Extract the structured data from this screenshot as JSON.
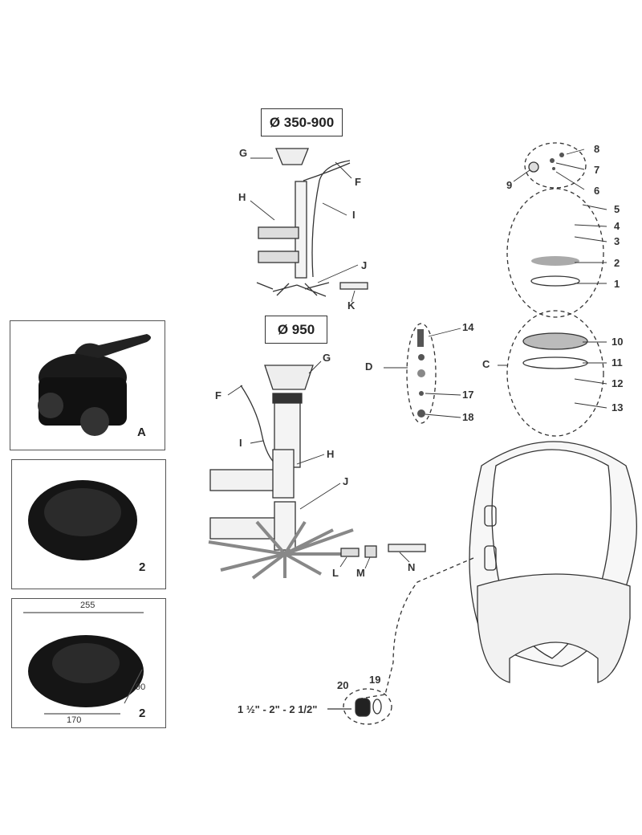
{
  "titles": {
    "small_range": "Ø 350-900",
    "large": "Ø 950"
  },
  "photos": {
    "valve_label": "A",
    "lid_label": "2",
    "lid_dim_label": "2",
    "dims": {
      "width": "255",
      "height": "90",
      "inner": "170"
    }
  },
  "upper_assembly": {
    "G": "G",
    "F": "F",
    "H": "H",
    "I": "I",
    "J": "J",
    "K": "K"
  },
  "lower_assembly": {
    "G": "G",
    "F": "F",
    "I": "I",
    "H": "H",
    "J": "J",
    "L": "L",
    "M": "M",
    "N": "N"
  },
  "top_right_parts": {
    "p8": "8",
    "p7": "7",
    "p6": "6",
    "p9": "9",
    "p5": "5",
    "p4": "4",
    "p3": "3",
    "p2": "2",
    "p1": "1"
  },
  "group_d": {
    "label": "D",
    "p14": "14",
    "p17": "17",
    "p18": "18"
  },
  "group_c": {
    "label": "C",
    "p10": "10",
    "p11": "11",
    "p12": "12",
    "p13": "13"
  },
  "drain": {
    "p20": "20",
    "p19": "19",
    "sizes": "1 ½\" - 2\" - 2 1/2\""
  }
}
